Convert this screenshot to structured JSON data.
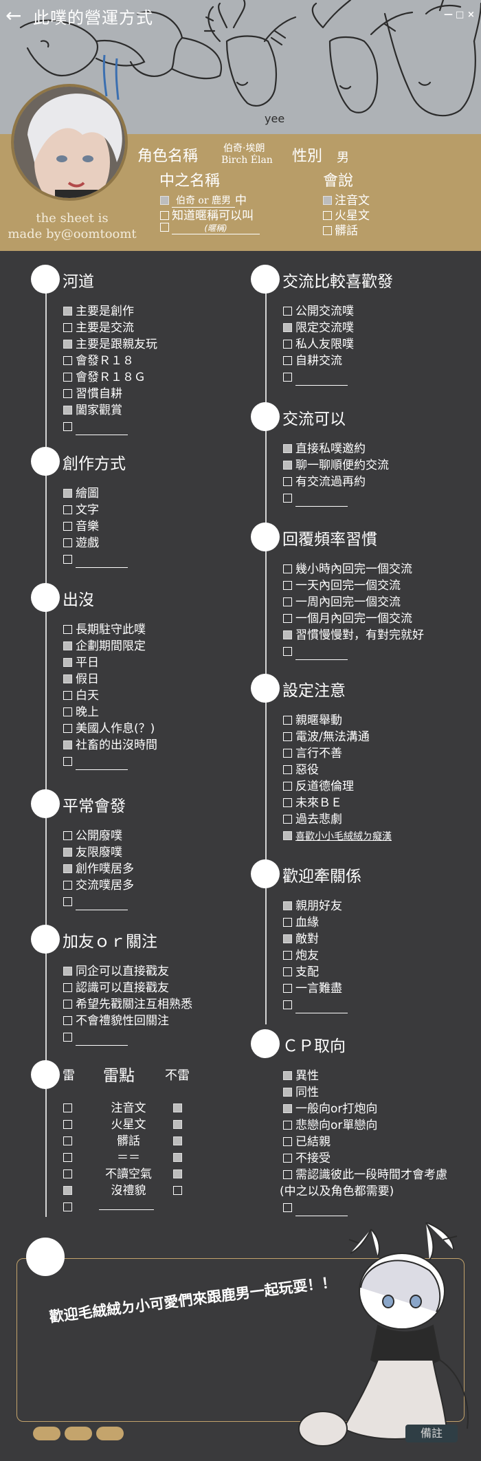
{
  "header": {
    "title": "此噗的營運方式",
    "controls": [
      "—",
      "□",
      "×"
    ],
    "sketch_text": "yee"
  },
  "profile": {
    "credit_line1": "the sheet is",
    "credit_line2": "made by@oomtoomt",
    "role_name_label": "角色名稱",
    "role_name_value_zh": "伯奇·埃朗",
    "role_name_value_en": "Birch Élan",
    "gender_label": "性別",
    "gender_value": "男",
    "chinese_name_label": "中之名稱",
    "chinese_name_value": "伯奇 or 鹿男",
    "chinese_name_suffix": "中",
    "chinese_name_opt2": "知道暱稱可以叫",
    "nickname_hint": "(暱稱)",
    "speak_label": "會說",
    "speak_options": [
      {
        "label": "注音文",
        "checked": true
      },
      {
        "label": "火星文",
        "checked": false
      },
      {
        "label": "髒話",
        "checked": false
      }
    ]
  },
  "sections": {
    "hedao": {
      "title": "河道",
      "items": [
        {
          "label": "主要是創作",
          "checked": true
        },
        {
          "label": "主要是交流",
          "checked": false
        },
        {
          "label": "主要是跟親友玩",
          "checked": true
        },
        {
          "label": "會發Ｒ１８",
          "checked": false
        },
        {
          "label": "會發Ｒ１８Ｇ",
          "checked": false
        },
        {
          "label": "習慣自耕",
          "checked": false
        },
        {
          "label": "闔家觀賞",
          "checked": true
        },
        {
          "label": "",
          "checked": false
        }
      ]
    },
    "creation": {
      "title": "創作方式",
      "items": [
        {
          "label": "繪圖",
          "checked": true
        },
        {
          "label": "文字",
          "checked": false
        },
        {
          "label": "音樂",
          "checked": false
        },
        {
          "label": "遊戲",
          "checked": false
        },
        {
          "label": "",
          "checked": false
        }
      ]
    },
    "appear": {
      "title": "出沒",
      "items": [
        {
          "label": "長期駐守此噗",
          "checked": false
        },
        {
          "label": "企劃期間限定",
          "checked": true
        },
        {
          "label": "平日",
          "checked": true
        },
        {
          "label": "假日",
          "checked": true
        },
        {
          "label": "白天",
          "checked": false
        },
        {
          "label": "晚上",
          "checked": false
        },
        {
          "label": "美國人作息(？)",
          "checked": false
        },
        {
          "label": "社畜的出沒時間",
          "checked": true
        },
        {
          "label": "",
          "checked": false
        }
      ]
    },
    "usual": {
      "title": "平常會發",
      "items": [
        {
          "label": "公開廢噗",
          "checked": false
        },
        {
          "label": "友限廢噗",
          "checked": true
        },
        {
          "label": "創作噗居多",
          "checked": true
        },
        {
          "label": "交流噗居多",
          "checked": false
        },
        {
          "label": "",
          "checked": false
        }
      ]
    },
    "follow": {
      "title": "加友ｏｒ關注",
      "items": [
        {
          "label": "同企可以直接戳友",
          "checked": true
        },
        {
          "label": "認識可以直接戳友",
          "checked": false
        },
        {
          "label": "希望先戳關注互相熟悉",
          "checked": false
        },
        {
          "label": "不會禮貌性回關注",
          "checked": false
        },
        {
          "label": "",
          "checked": false
        }
      ]
    },
    "lei": {
      "title_left": "雷",
      "title_mid": "雷點",
      "title_right": "不雷",
      "rows": [
        {
          "label": "注音文",
          "lei": false,
          "notlei": true
        },
        {
          "label": "火星文",
          "lei": false,
          "notlei": true
        },
        {
          "label": "髒話",
          "lei": false,
          "notlei": true
        },
        {
          "label": "＝＝",
          "lei": false,
          "notlei": true
        },
        {
          "label": "不讀空氣",
          "lei": false,
          "notlei": true
        },
        {
          "label": "沒禮貌",
          "lei": true,
          "notlei": false
        },
        {
          "label": "",
          "lei": false,
          "notlei": false
        }
      ]
    },
    "prefer": {
      "title": "交流比較喜歡發",
      "items": [
        {
          "label": "公開交流噗",
          "checked": false
        },
        {
          "label": "限定交流噗",
          "checked": true
        },
        {
          "label": "私人友限噗",
          "checked": false
        },
        {
          "label": "自耕交流",
          "checked": false
        },
        {
          "label": "",
          "checked": false
        }
      ]
    },
    "can": {
      "title": "交流可以",
      "items": [
        {
          "label": "直接私噗邀約",
          "checked": true
        },
        {
          "label": "聊一聊順便約交流",
          "checked": true
        },
        {
          "label": "有交流過再約",
          "checked": false
        },
        {
          "label": "",
          "checked": false
        }
      ]
    },
    "reply": {
      "title": "回覆頻率習慣",
      "items": [
        {
          "label": "幾小時內回完一個交流",
          "checked": false
        },
        {
          "label": "一天內回完一個交流",
          "checked": false
        },
        {
          "label": "一周內回完一個交流",
          "checked": false
        },
        {
          "label": "一個月內回完一個交流",
          "checked": false
        },
        {
          "label": "習慣慢慢對，有對完就好",
          "checked": true
        },
        {
          "label": "",
          "checked": false
        }
      ]
    },
    "setting": {
      "title": "設定注意",
      "items": [
        {
          "label": "親暱舉動",
          "checked": false
        },
        {
          "label": "電波/無法溝通",
          "checked": false
        },
        {
          "label": "言行不善",
          "checked": false
        },
        {
          "label": "惡役",
          "checked": false
        },
        {
          "label": "反道德倫理",
          "checked": false
        },
        {
          "label": "未來ＢＥ",
          "checked": false
        },
        {
          "label": "過去悲劇",
          "checked": false
        },
        {
          "label": "喜歡小小毛絨絨ㄉ癡漢",
          "checked": true
        }
      ]
    },
    "relation": {
      "title": "歡迎牽關係",
      "items": [
        {
          "label": "親朋好友",
          "checked": true
        },
        {
          "label": "血緣",
          "checked": false
        },
        {
          "label": "敵對",
          "checked": true
        },
        {
          "label": "炮友",
          "checked": false
        },
        {
          "label": "支配",
          "checked": false
        },
        {
          "label": "一言難盡",
          "checked": false
        },
        {
          "label": "",
          "checked": false
        }
      ]
    },
    "cp": {
      "title": "ＣＰ取向",
      "items": [
        {
          "label": "異性",
          "checked": true
        },
        {
          "label": "同性",
          "checked": true
        },
        {
          "label": "一般向or打炮向",
          "checked": true
        },
        {
          "label": "悲戀向or單戀向",
          "checked": false
        },
        {
          "label": "已結親",
          "checked": false
        },
        {
          "label": "不接受",
          "checked": false
        },
        {
          "label": "需認識彼此一段時間才會考慮",
          "checked": false
        },
        {
          "label": "",
          "checked": false
        }
      ],
      "note": "(中之以及角色都需要)"
    }
  },
  "footer": {
    "welcome": "歡迎毛絨絨ㄉ小可愛們來跟鹿男一起玩耍！！",
    "note_button": "備註"
  },
  "colors": {
    "background": "#3a3a3c",
    "accent_gold": "#b89d68",
    "checked_box": "#bdbdbd",
    "note_button": "#2f3e45"
  }
}
